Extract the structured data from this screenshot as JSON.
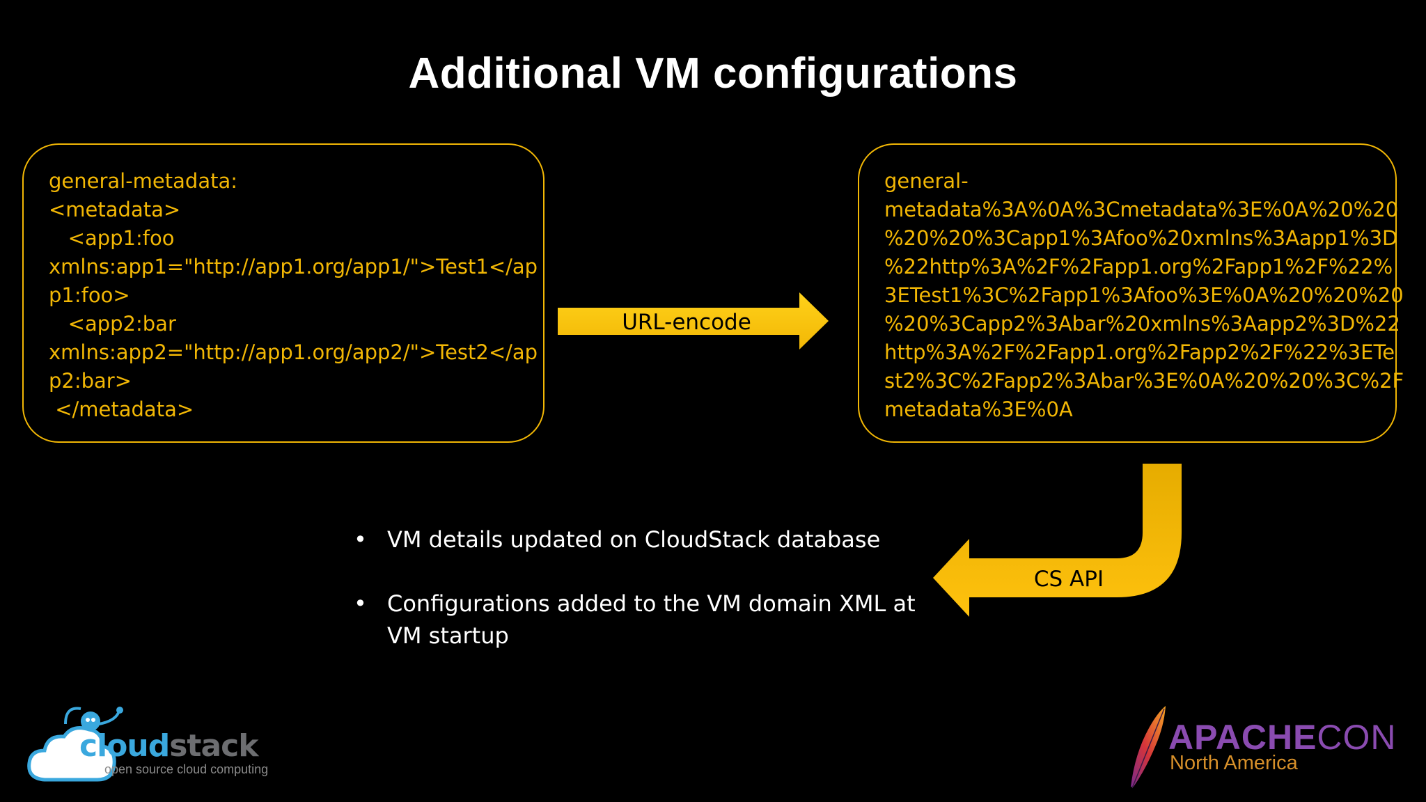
{
  "slide": {
    "title": "Additional VM configurations"
  },
  "left_box": {
    "lines": [
      "general-metadata:",
      "<metadata>",
      "   <app1:foo",
      "xmlns:app1=\"http://app1.org/app1/\">Test1</ap",
      "p1:foo>",
      "   <app2:bar",
      "xmlns:app2=\"http://app1.org/app2/\">Test2</ap",
      "p2:bar>",
      " </metadata>"
    ]
  },
  "right_box": {
    "lines": [
      "general-",
      "metadata%3A%0A%3Cmetadata%3E%0A%20%20",
      "%20%20%3Capp1%3Afoo%20xmlns%3Aapp1%3D",
      "%22http%3A%2F%2Fapp1.org%2Fapp1%2F%22%",
      "3ETest1%3C%2Fapp1%3Afoo%3E%0A%20%20%20",
      "%20%3Capp2%3Abar%20xmlns%3Aapp2%3D%22",
      "http%3A%2F%2Fapp1.org%2Fapp2%2F%22%3ETe",
      "st2%3C%2Fapp2%3Abar%3E%0A%20%20%3C%2F",
      "metadata%3E%0A"
    ]
  },
  "arrows": {
    "url_encode_label": "URL-encode",
    "cs_api_label": "CS API"
  },
  "bullets": [
    "VM details updated on CloudStack database",
    "Configurations added to the VM domain XML at VM startup"
  ],
  "bullet_symbol": "•",
  "logos": {
    "cloudstack": {
      "word_part1": "cloud",
      "word_part2": "stack",
      "tagline": "open source cloud computing"
    },
    "apachecon": {
      "word_part1": "APACHE",
      "word_part2": "CON",
      "subtitle": "North America"
    }
  },
  "colors": {
    "background": "#000000",
    "accent_yellow": "#f2b705",
    "title_white": "#ffffff"
  }
}
